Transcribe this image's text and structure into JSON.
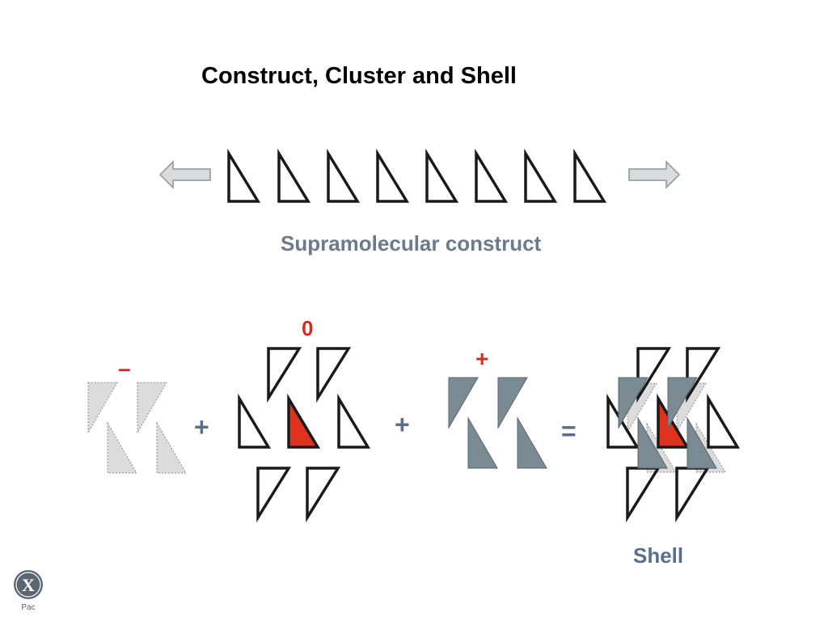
{
  "title": "Construct, Cluster and Shell",
  "captions": {
    "construct": "Supramolecular construct",
    "shell": "Shell"
  },
  "charges": {
    "negative": "–",
    "neutral": "0",
    "positive": "+"
  },
  "operators": {
    "plus_1": "+",
    "plus_2": "+",
    "equals": "="
  },
  "logo": {
    "letter": "X",
    "subtext": "Pac"
  },
  "colors": {
    "outline": "#1a1a1a",
    "caption": "#6b7b8c",
    "operator": "#5a6f8c",
    "charge_red": "#d62b1f",
    "triangle_red": "#e0301e",
    "triangle_grey": "#7a8b94",
    "triangle_light": "#dcdcdc",
    "arrow_fill": "#d9dcdd",
    "arrow_stroke": "#8c9497"
  },
  "icons": {
    "left_arrow": "arrow-left-icon",
    "right_arrow": "arrow-right-icon",
    "logo": "xpac-logo-icon"
  }
}
